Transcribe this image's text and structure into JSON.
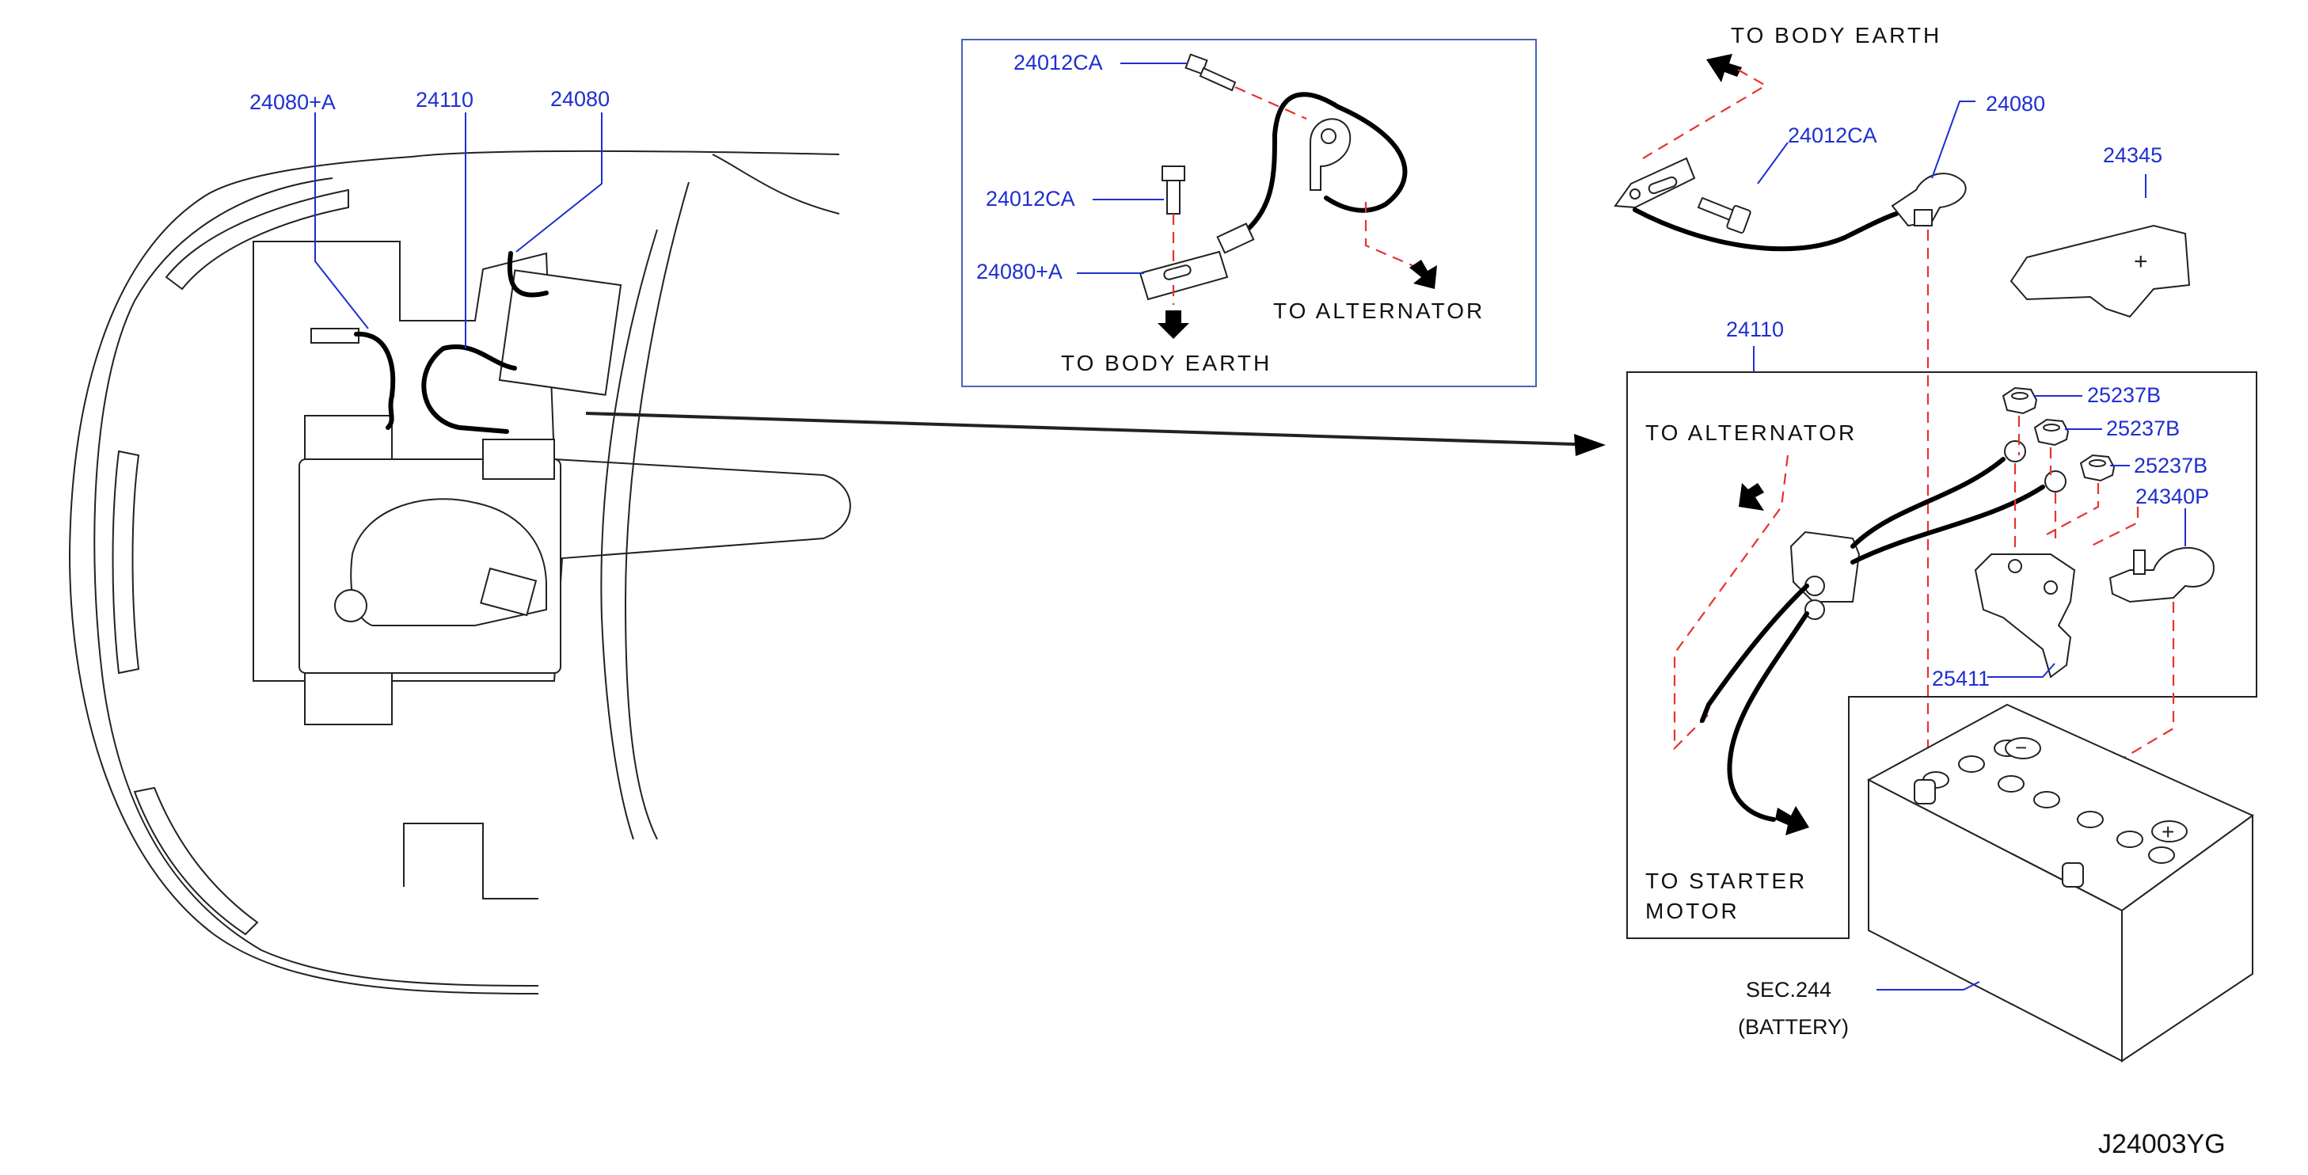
{
  "diagram_code": "J24003YG",
  "overview": {
    "labels": {
      "l1": "24080+A",
      "l2": "24110",
      "l3": "24080"
    }
  },
  "detail_earth": {
    "bolt_top": "24012CA",
    "bolt_left": "24012CA",
    "cable": "24080+A",
    "to_alternator": "TO  ALTERNATOR",
    "to_body_earth": "TO  BODY  EARTH"
  },
  "right_assembly": {
    "to_body_earth": "TO  BODY  EARTH",
    "bolt": "24012CA",
    "cable": "24080",
    "cover": "24345",
    "harness": "24110",
    "nut1": "25237B",
    "nut2": "25237B",
    "nut3": "25237B",
    "terminal": "24340P",
    "bracket": "25411",
    "to_alternator": "TO  ALTERNATOR",
    "to_starter_1": "TO  STARTER",
    "to_starter_2": "MOTOR",
    "battery_sec": "SEC.244",
    "battery_name": "(BATTERY)"
  },
  "colors": {
    "callout": "#1f2fd0",
    "dashed_guide": "#e8332f",
    "line": "#222222"
  },
  "icons": [
    "arrow-icon",
    "bolt-icon",
    "nut-icon",
    "battery-icon"
  ]
}
